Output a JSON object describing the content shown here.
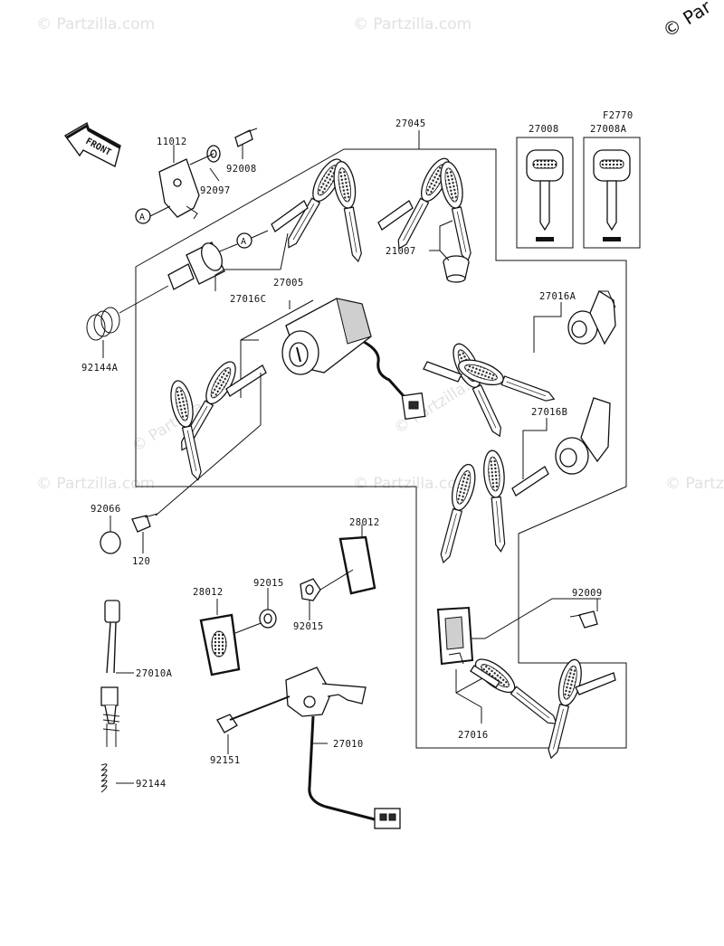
{
  "watermark": {
    "copyright_corner": "© Par",
    "repeat_text": "© Partzilla.com"
  },
  "figure_code": "F2770",
  "front_label": "FRONT",
  "ref_marker": "A",
  "part_labels": {
    "p11012": "11012",
    "p92008": "92008",
    "p92097": "92097",
    "p27045": "27045",
    "p27008": "27008",
    "p27008A": "27008A",
    "p21007": "21007",
    "p27005": "27005",
    "p27016C": "27016C",
    "p92144A": "92144A",
    "p27016A": "27016A",
    "p27016B": "27016B",
    "p92066": "92066",
    "p120": "120",
    "p28012a": "28012",
    "p28012b": "28012",
    "p92015a": "92015",
    "p92015b": "92015",
    "p92009": "92009",
    "p27010A": "27010A",
    "p27016": "27016",
    "p92151": "92151",
    "p27010": "27010",
    "p92144": "92144"
  }
}
